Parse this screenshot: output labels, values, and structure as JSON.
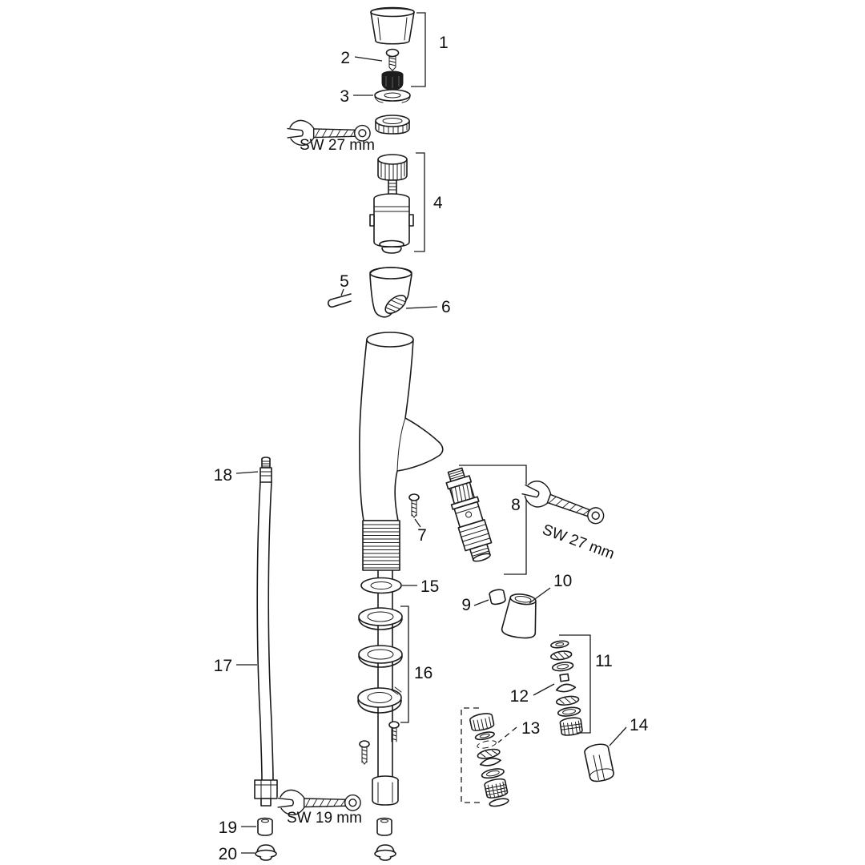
{
  "diagram": {
    "part_labels": {
      "p1": "1",
      "p2": "2",
      "p3": "3",
      "p4": "4",
      "p5": "5",
      "p6": "6",
      "p7": "7",
      "p8": "8",
      "p9": "9",
      "p10": "10",
      "p11": "11",
      "p12": "12",
      "p13": "13",
      "p14": "14",
      "p15": "15",
      "p16": "16",
      "p17": "17",
      "p18": "18",
      "p19": "19",
      "p20": "20"
    },
    "tool_labels": {
      "top_wrench": "SW 27 mm",
      "side_wrench": "SW 27 mm",
      "bottom_wrench": "SW 19 mm"
    },
    "colors": {
      "line": "#1a1a1a",
      "background": "#ffffff"
    }
  }
}
